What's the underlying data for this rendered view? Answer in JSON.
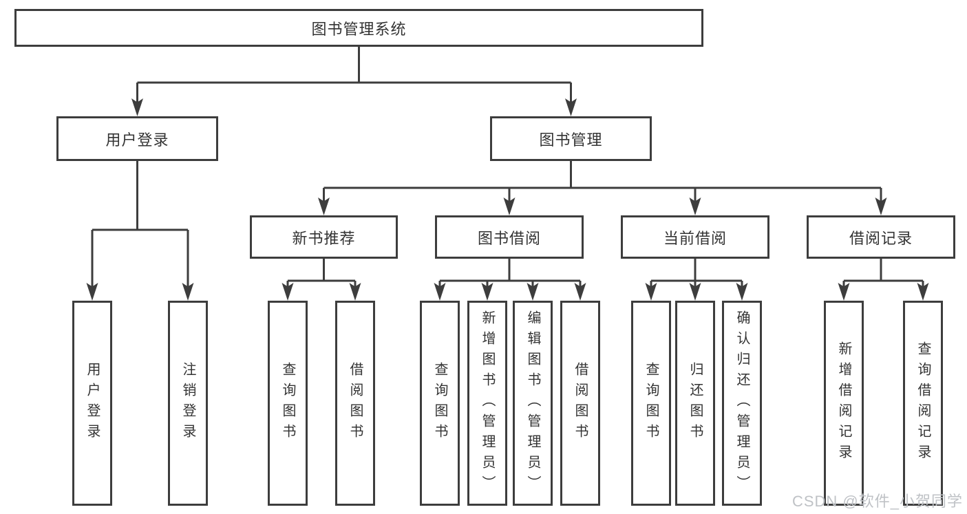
{
  "diagram": {
    "type": "hierarchy",
    "root": {
      "id": "system",
      "label": "图书管理系统"
    },
    "level2": [
      {
        "id": "user-login",
        "label": "用户登录",
        "parent": "system"
      },
      {
        "id": "book-management",
        "label": "图书管理",
        "parent": "system"
      }
    ],
    "level3": [
      {
        "id": "new-book-recommend",
        "label": "新书推荐",
        "parent": "book-management"
      },
      {
        "id": "book-borrow",
        "label": "图书借阅",
        "parent": "book-management"
      },
      {
        "id": "current-borrow",
        "label": "当前借阅",
        "parent": "book-management"
      },
      {
        "id": "borrow-records",
        "label": "借阅记录",
        "parent": "book-management"
      }
    ],
    "leaves": [
      {
        "id": "leaf-user-login",
        "label": "用户登录",
        "parent": "user-login"
      },
      {
        "id": "leaf-logout",
        "label": "注销登录",
        "parent": "user-login"
      },
      {
        "id": "leaf-nb-query-book",
        "label": "查询图书",
        "parent": "new-book-recommend"
      },
      {
        "id": "leaf-nb-borrow-book",
        "label": "借阅图书",
        "parent": "new-book-recommend"
      },
      {
        "id": "leaf-bb-query-book",
        "label": "查询图书",
        "parent": "book-borrow"
      },
      {
        "id": "leaf-bb-add-book-admin",
        "label": "新增图书（管理员）",
        "parent": "book-borrow"
      },
      {
        "id": "leaf-bb-edit-book-admin",
        "label": "编辑图书（管理员）",
        "parent": "book-borrow"
      },
      {
        "id": "leaf-bb-borrow-book",
        "label": "借阅图书",
        "parent": "book-borrow"
      },
      {
        "id": "leaf-cb-query-book",
        "label": "查询图书",
        "parent": "current-borrow"
      },
      {
        "id": "leaf-cb-return-book",
        "label": "归还图书",
        "parent": "current-borrow"
      },
      {
        "id": "leaf-cb-confirm-return-admin",
        "label": "确认归还（管理员）",
        "parent": "current-borrow"
      },
      {
        "id": "leaf-br-add-record",
        "label": "新增借阅记录",
        "parent": "borrow-records"
      },
      {
        "id": "leaf-br-query-record",
        "label": "查询借阅记录",
        "parent": "borrow-records"
      }
    ]
  },
  "watermark": {
    "text": "CSDN @软件_小贺同学"
  },
  "colors": {
    "line": "#3d3d3d",
    "box_border": "#3d3d3d",
    "box_fill": "#ffffff",
    "text": "#333333",
    "watermark": "#bfc2c6",
    "background": "#ffffff"
  }
}
